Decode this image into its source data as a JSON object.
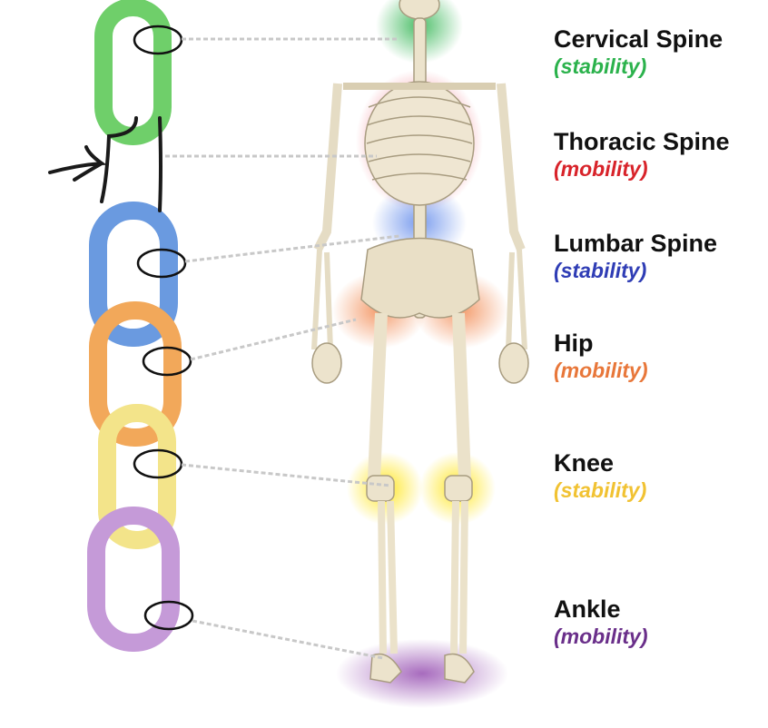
{
  "joints": [
    {
      "name": "Cervical Spine",
      "role": "(stability)",
      "color": "#2bb24c"
    },
    {
      "name": "Thoracic Spine",
      "role": "(mobility)",
      "color": "#d8232a"
    },
    {
      "name": "Lumbar Spine",
      "role": "(stability)",
      "color": "#2f3db5"
    },
    {
      "name": "Hip",
      "role": "(mobility)",
      "color": "#e8773a"
    },
    {
      "name": "Knee",
      "role": "(stability)",
      "color": "#f1c232"
    },
    {
      "name": "Ankle",
      "role": "(mobility)",
      "color": "#6a2f8a"
    }
  ],
  "chain_colors": [
    "#6fcf6a",
    "#6a9ae0",
    "#f2a85a",
    "#f3e48a",
    "#c59ad8"
  ],
  "icons": [
    "chain-link-icon",
    "skeleton-icon"
  ]
}
